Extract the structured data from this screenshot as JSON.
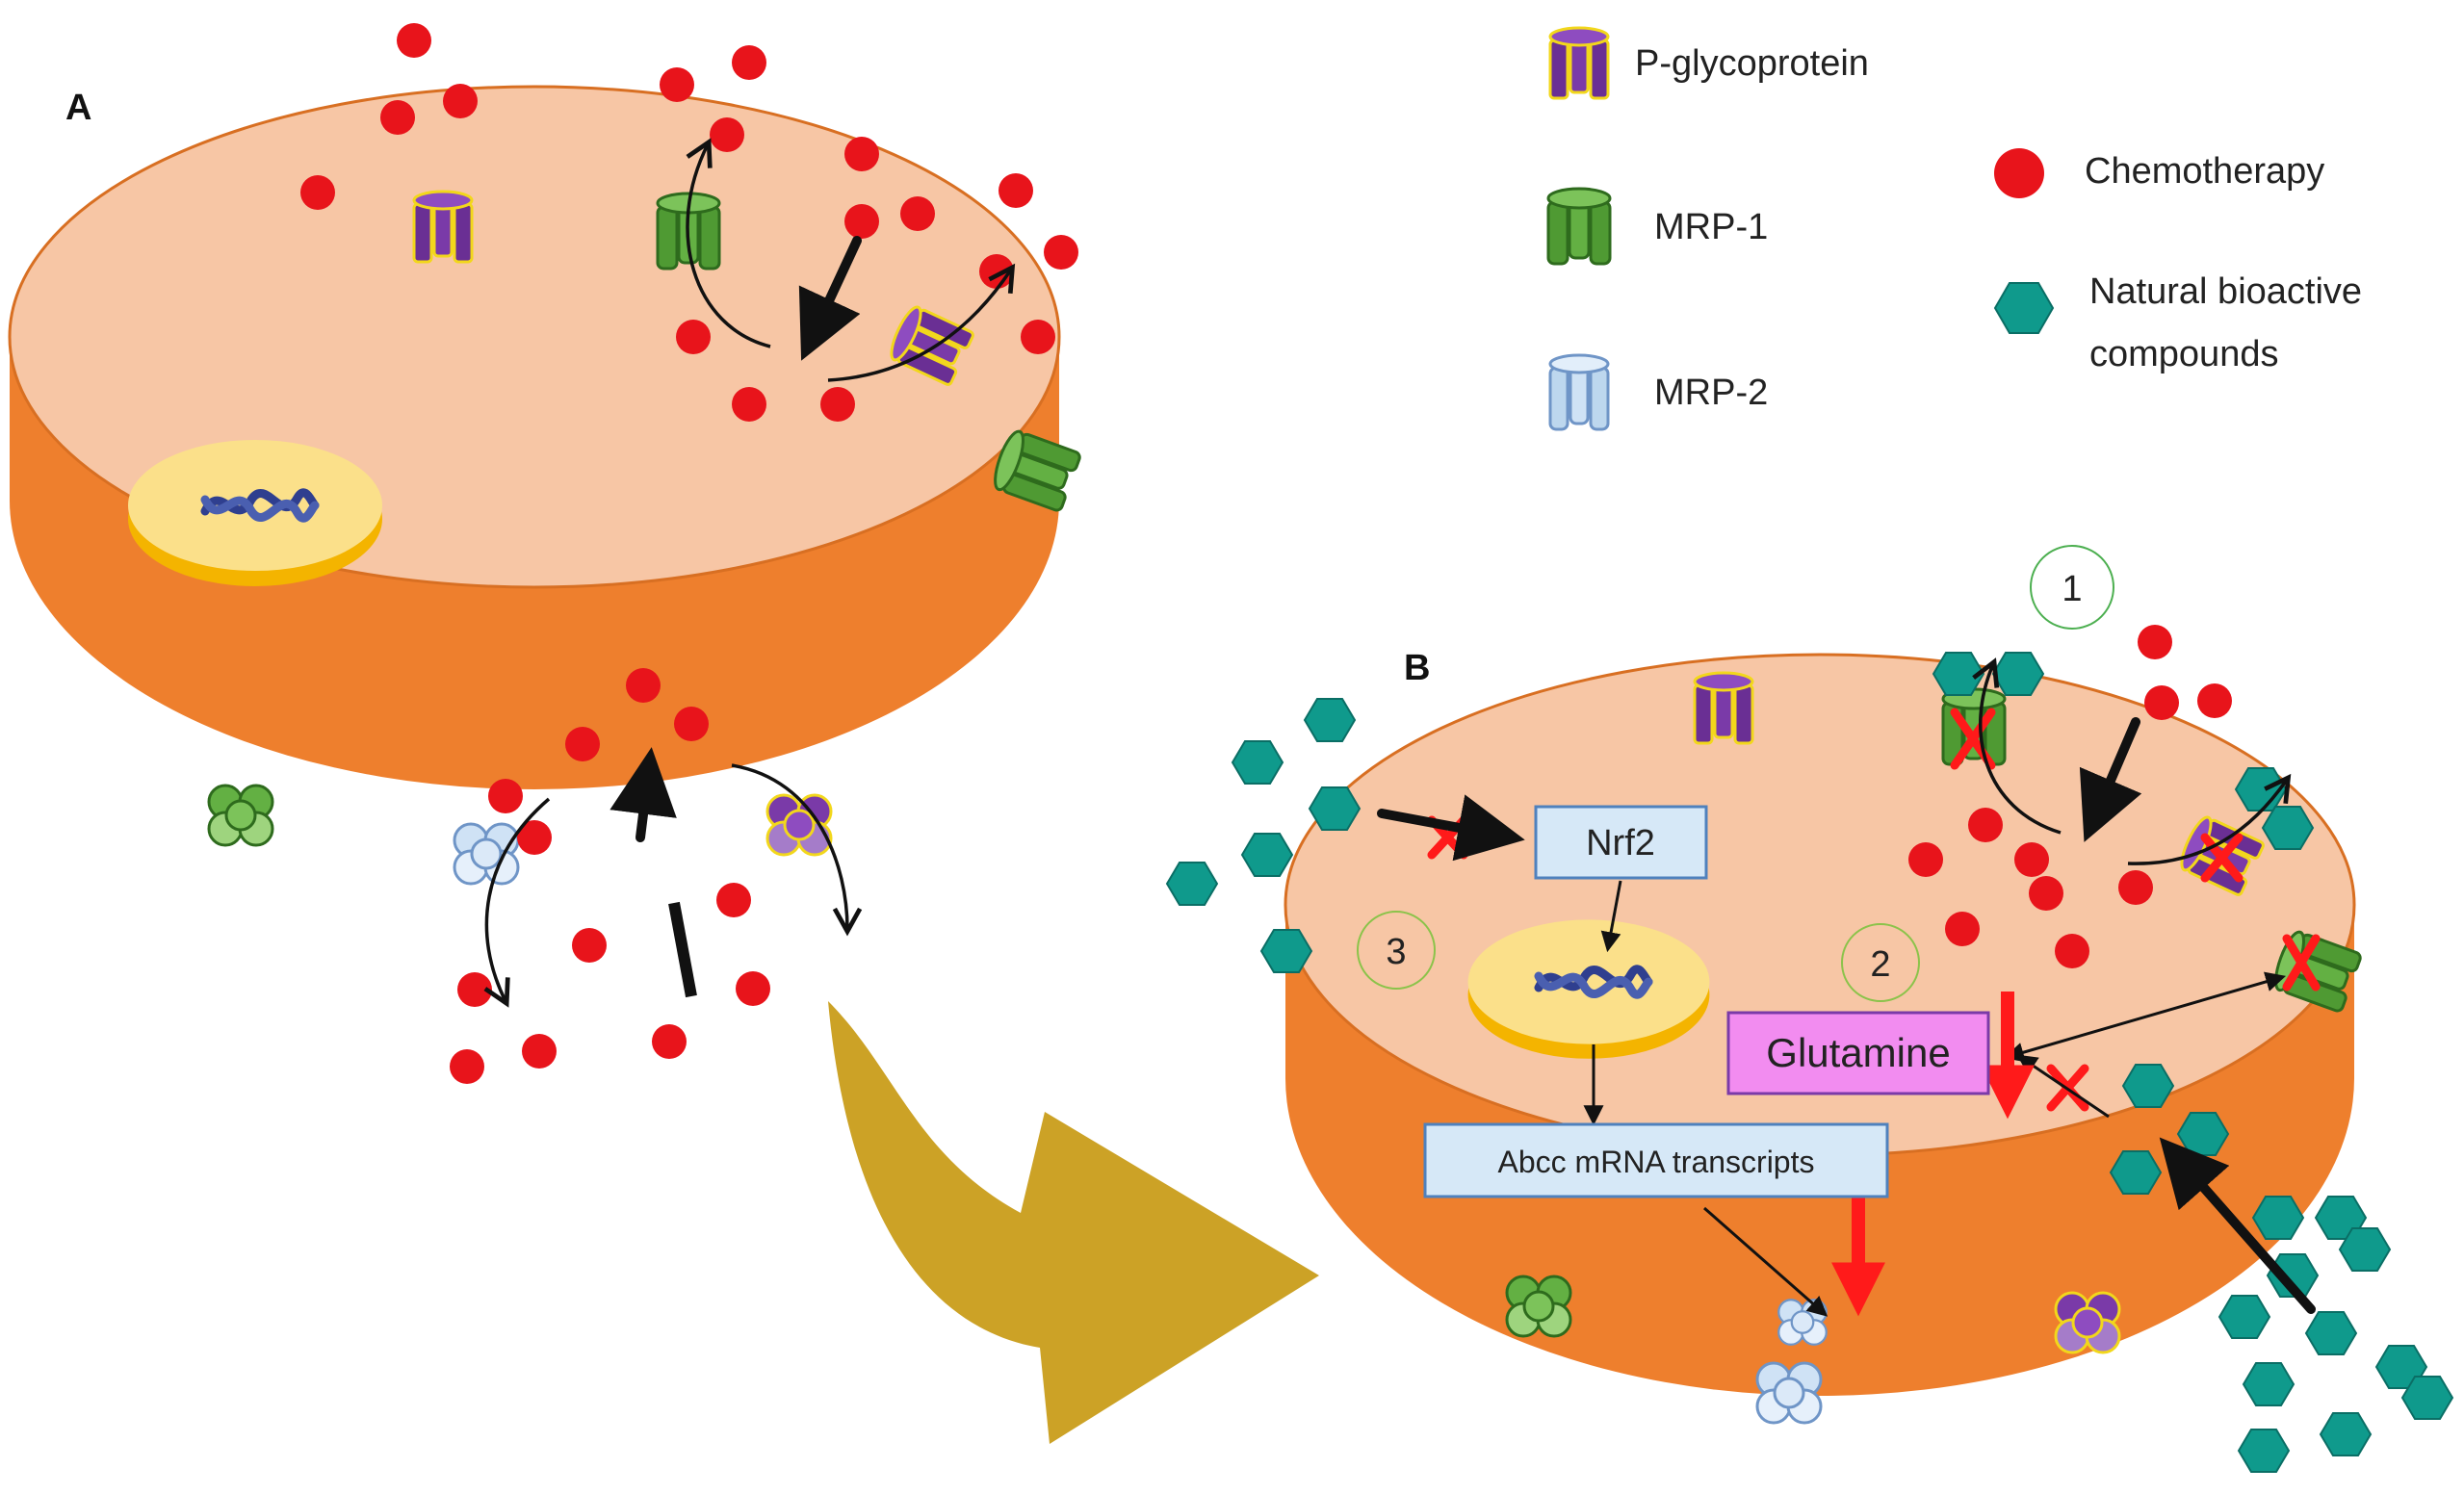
{
  "panels": {
    "a": "A",
    "b": "B"
  },
  "legend": {
    "pgp": "P-glycoprotein",
    "mrp1": "MRP-1",
    "mrp2": "MRP-2",
    "chemo": "Chemotherapy",
    "natural_line1": "Natural bioactive",
    "natural_line2": "compounds"
  },
  "boxes": {
    "nrf2": "Nrf2",
    "glutamine": "Glutamine",
    "abcc": "Abcc mRNA transcripts"
  },
  "markers": {
    "one": "1",
    "two": "2",
    "three": "3"
  },
  "colors": {
    "cell_top": "#f7c6a5",
    "cell_side": "#ee7f2d",
    "chemo": "#e8141b",
    "natural": "#0f9a8c",
    "pgp": "#6a2f94",
    "mrp1": "#58a43a",
    "mrp2": "#bdd7ee",
    "nucleus": "#fbe08a",
    "glutamine_box": "#f28cf0",
    "nrf2_box": "#d6e8f7",
    "big_arrow": "#c89a14",
    "block_x": "#ff1a1a"
  }
}
